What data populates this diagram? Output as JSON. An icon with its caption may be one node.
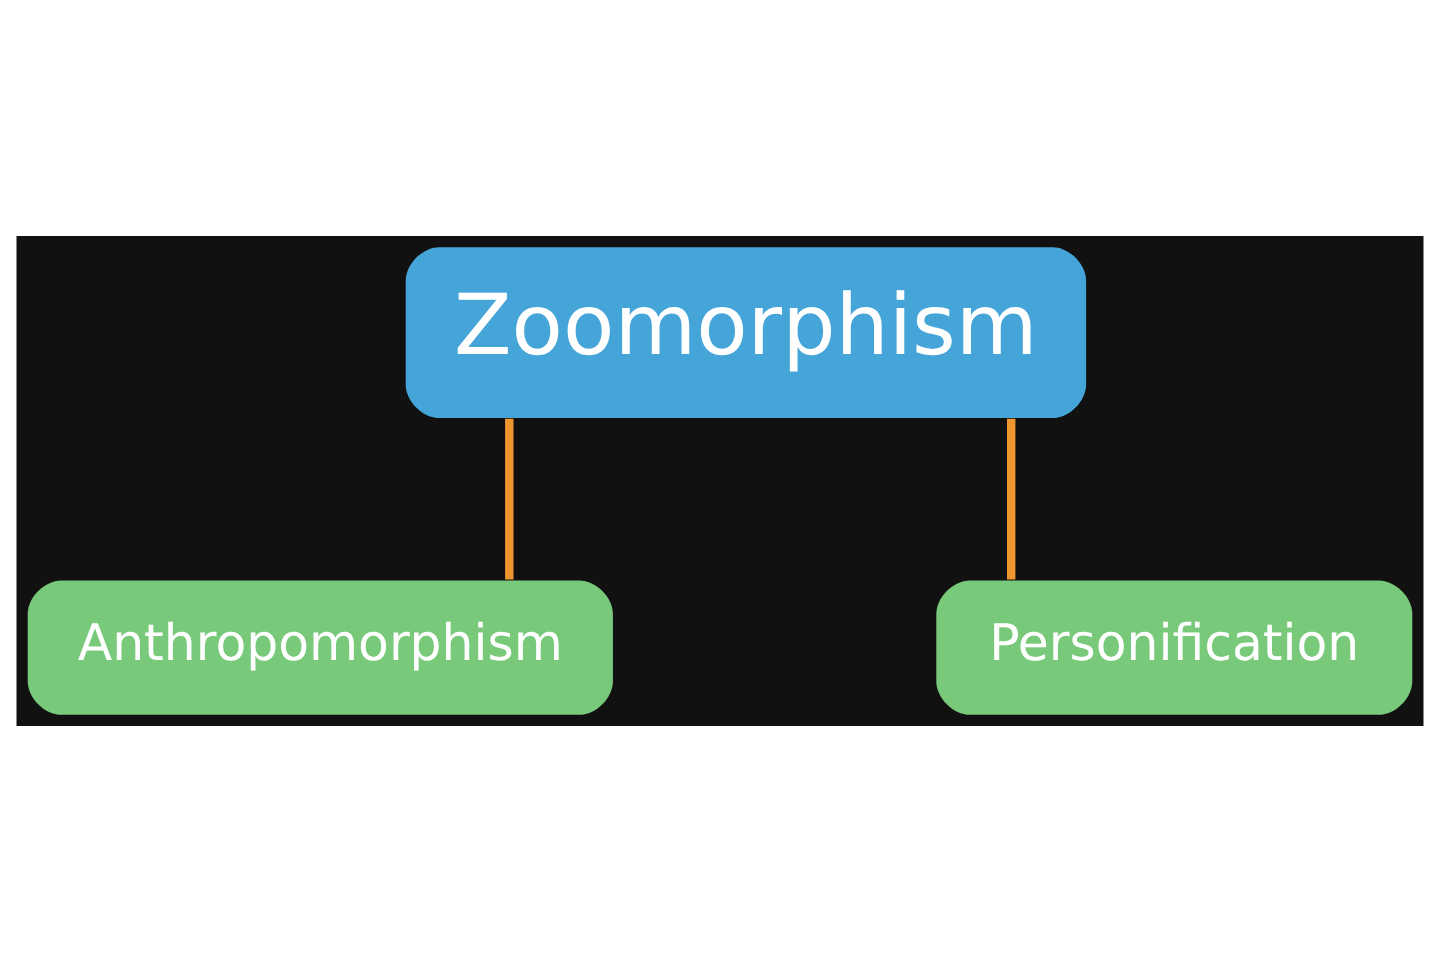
{
  "diagram": {
    "nodes": [
      {
        "text": [
          "Zoomorphism"
        ]
      },
      {
        "text": [
          "Anthropomorphism"
        ]
      },
      {
        "text": [
          "Personification"
        ]
      }
    ],
    "edges": [
      {
        "from": 0,
        "to": 1,
        "arrow": "none"
      },
      {
        "from": 0,
        "to": 2,
        "arrow": "none"
      }
    ]
  }
}
